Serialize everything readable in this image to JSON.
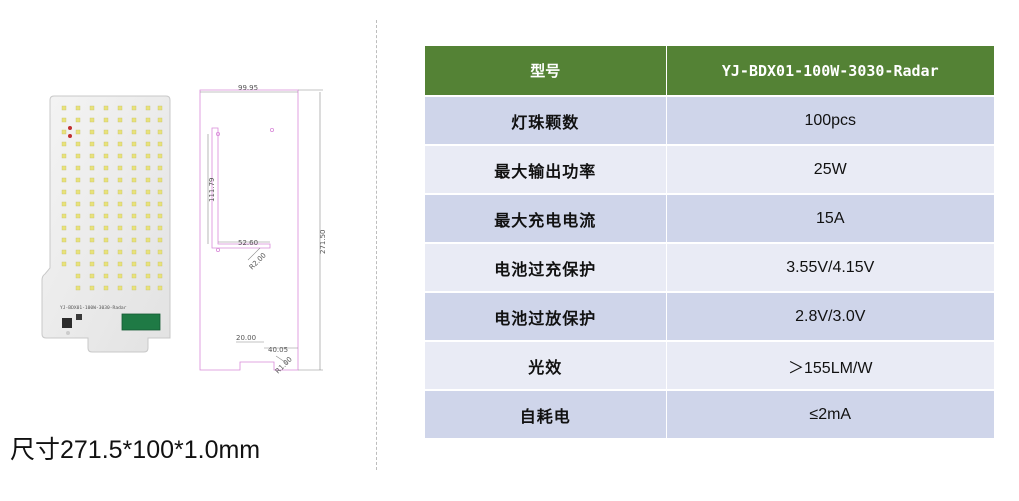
{
  "caption": {
    "size": "尺寸271.5*100*1.0mm"
  },
  "drawing": {
    "dim_width": "99.95",
    "dim_height": "271.50",
    "dim_slot_height": "111.79",
    "dim_slot_width": "52.60",
    "dim_radius_top": "R2.00",
    "dim_notch": "20.00",
    "dim_foot": "40.05",
    "dim_radius_bottom": "R1.00"
  },
  "board": {
    "silkscreen": "YJ-BDX01-100W-3030-Radar"
  },
  "table": {
    "header": {
      "label": "型号",
      "value": "YJ-BDX01-100W-3030-Radar"
    },
    "rows": [
      {
        "label": "灯珠颗数",
        "value": "100pcs"
      },
      {
        "label": "最大输出功率",
        "value": "25W"
      },
      {
        "label": "最大充电电流",
        "value": "15A"
      },
      {
        "label": "电池过充保护",
        "value": "3.55V/4.15V"
      },
      {
        "label": "电池过放保护",
        "value": "2.8V/3.0V"
      },
      {
        "label": "光效",
        "value": "＞155LM/W"
      },
      {
        "label": "自耗电",
        "value": "≤2mA"
      }
    ]
  },
  "colors": {
    "header_bg": "#548235",
    "row_dark": "#cfd5ea",
    "row_light": "#e9ebf5",
    "pcb_module": "#1f7a45"
  }
}
